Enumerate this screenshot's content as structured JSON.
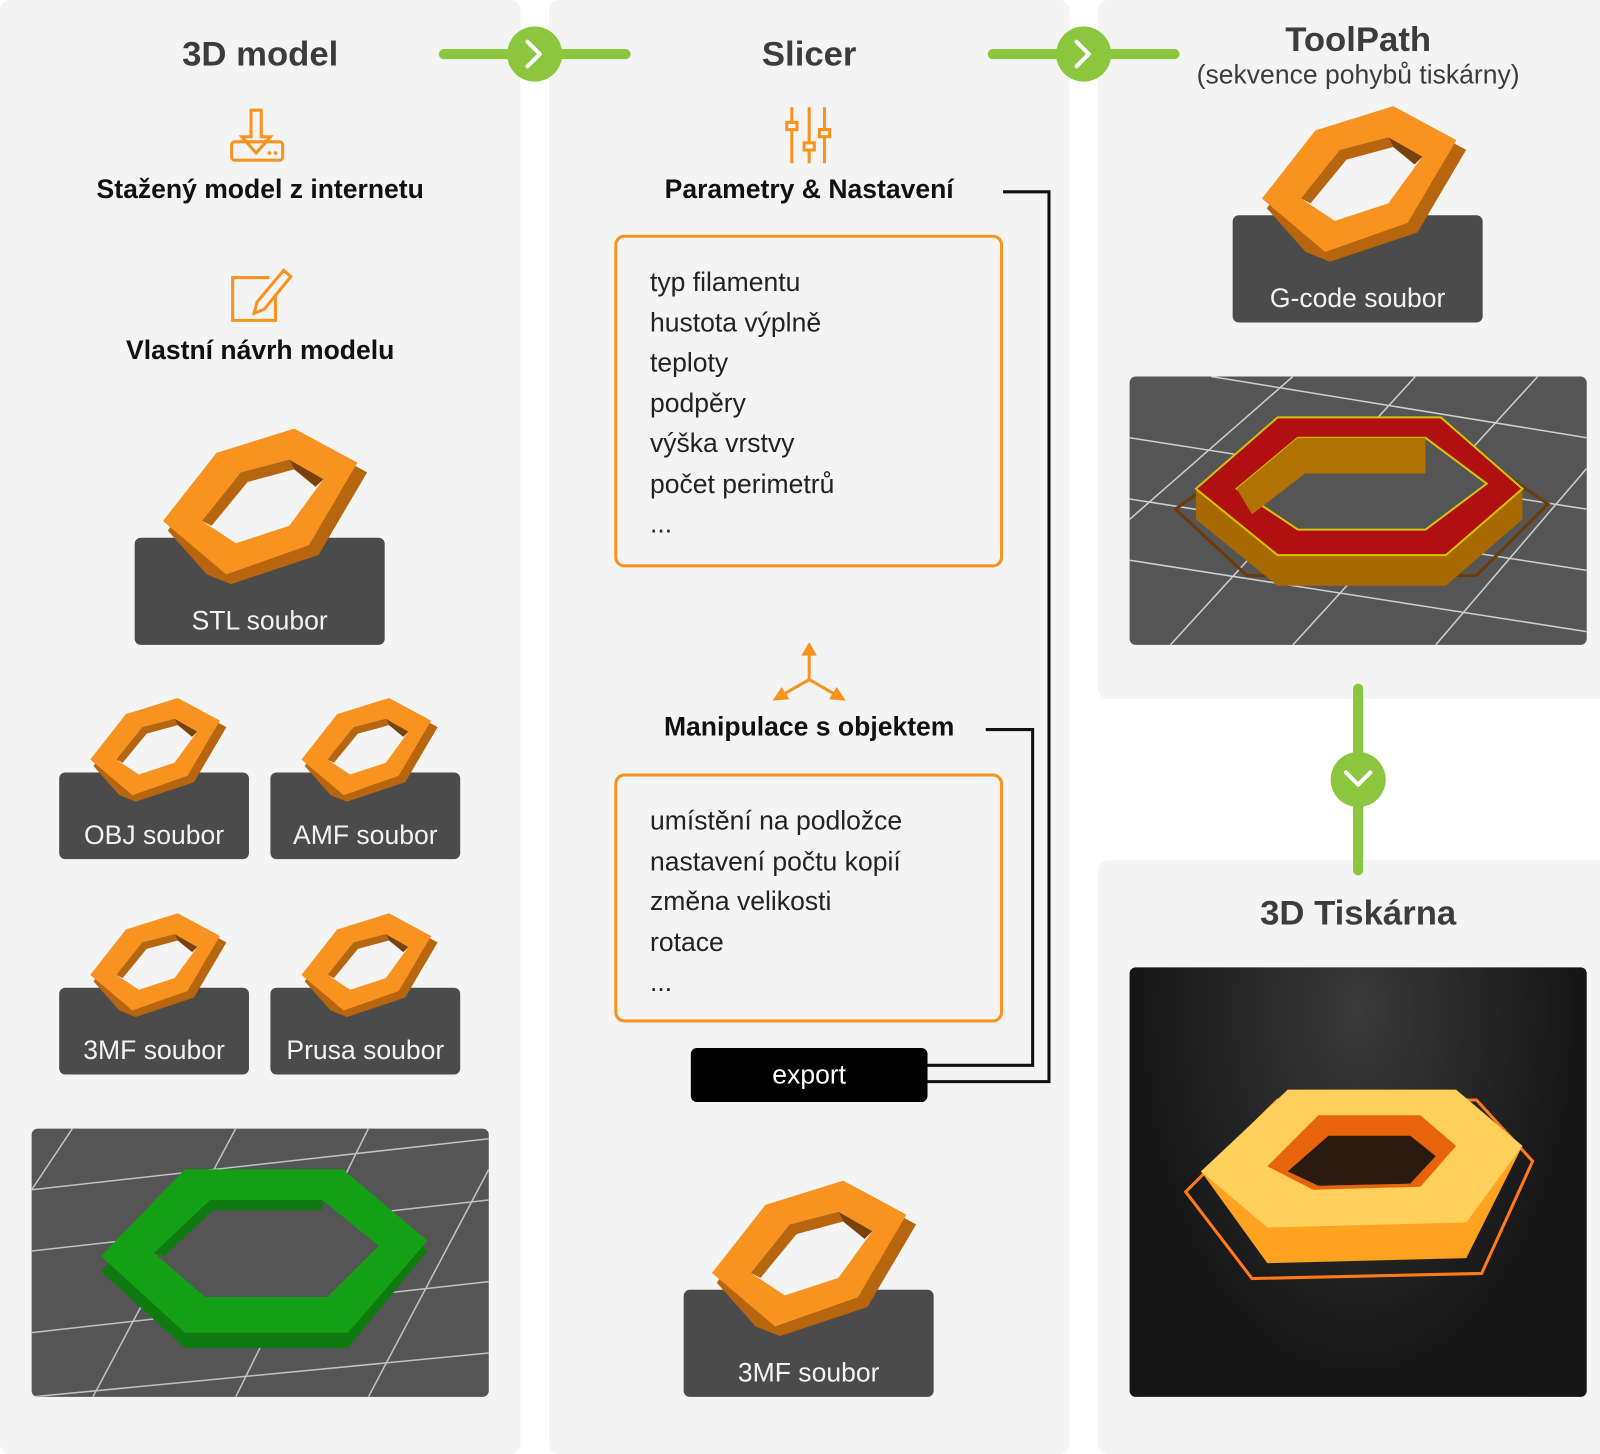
{
  "columns": {
    "model": {
      "title": "3D model",
      "source_downloaded": "Stažený model z internetu",
      "source_custom": "Vlastní návrh modelu",
      "files": [
        "STL soubor",
        "OBJ soubor",
        "AMF soubor",
        "3MF soubor",
        "Prusa soubor"
      ]
    },
    "slicer": {
      "title": "Slicer",
      "params_heading": "Parametry & Nastavení",
      "params": [
        "typ filamentu",
        "hustota výplně",
        "teploty",
        "podpěry",
        "výška vrstvy",
        "počet perimetrů",
        "..."
      ],
      "manip_heading": "Manipulace s objektem",
      "manip": [
        "umístění na podložce",
        "nastavení počtu kopií",
        "změna velikosti",
        "rotace",
        "..."
      ],
      "export_label": "export",
      "output_file": "3MF soubor"
    },
    "toolpath": {
      "title": "ToolPath",
      "subtitle": "(sekvence pohybů tiskárny)",
      "file": "G-code soubor"
    },
    "printer": {
      "title": "3D Tiskárna"
    }
  },
  "colors": {
    "accent_green": "#8cc63f",
    "orange": "#f7931e",
    "panel": "#f4f4f4",
    "file_bg": "#4b4b4b"
  }
}
